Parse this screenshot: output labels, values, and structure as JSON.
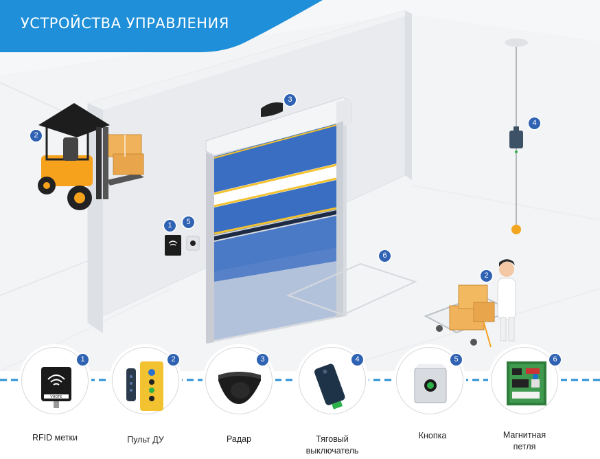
{
  "header": {
    "title": "УСТРОЙСТВА УПРАВЛЕНИЯ"
  },
  "scene_markers": [
    "1",
    "2",
    "3",
    "4",
    "5",
    "6",
    "2"
  ],
  "devices": [
    {
      "number": "1",
      "label_line1": "RFID метки",
      "label_line2": "",
      "icon": "rfid-tag-icon"
    },
    {
      "number": "2",
      "label_line1": "Пульт ДУ",
      "label_line2": "",
      "icon": "remote-control-icon"
    },
    {
      "number": "3",
      "label_line1": "Радар",
      "label_line2": "",
      "icon": "radar-icon"
    },
    {
      "number": "4",
      "label_line1": "Тяговый",
      "label_line2": "выключатель",
      "icon": "pull-switch-icon"
    },
    {
      "number": "5",
      "label_line1": "Кнопка",
      "label_line2": "",
      "icon": "push-button-icon"
    },
    {
      "number": "6",
      "label_line1": "Магнитная",
      "label_line2": "петля",
      "icon": "magnetic-loop-icon"
    }
  ],
  "rfid_logo_text": "VHOTE",
  "colors": {
    "banner": "#1e8fd8",
    "marker": "#2f62b3",
    "timeline": "#2b90d6",
    "door_blue": "#3a6ec2",
    "door_stripe": "#f2c230",
    "forklift_yellow": "#f6a21d",
    "box": "#f0b25a"
  }
}
